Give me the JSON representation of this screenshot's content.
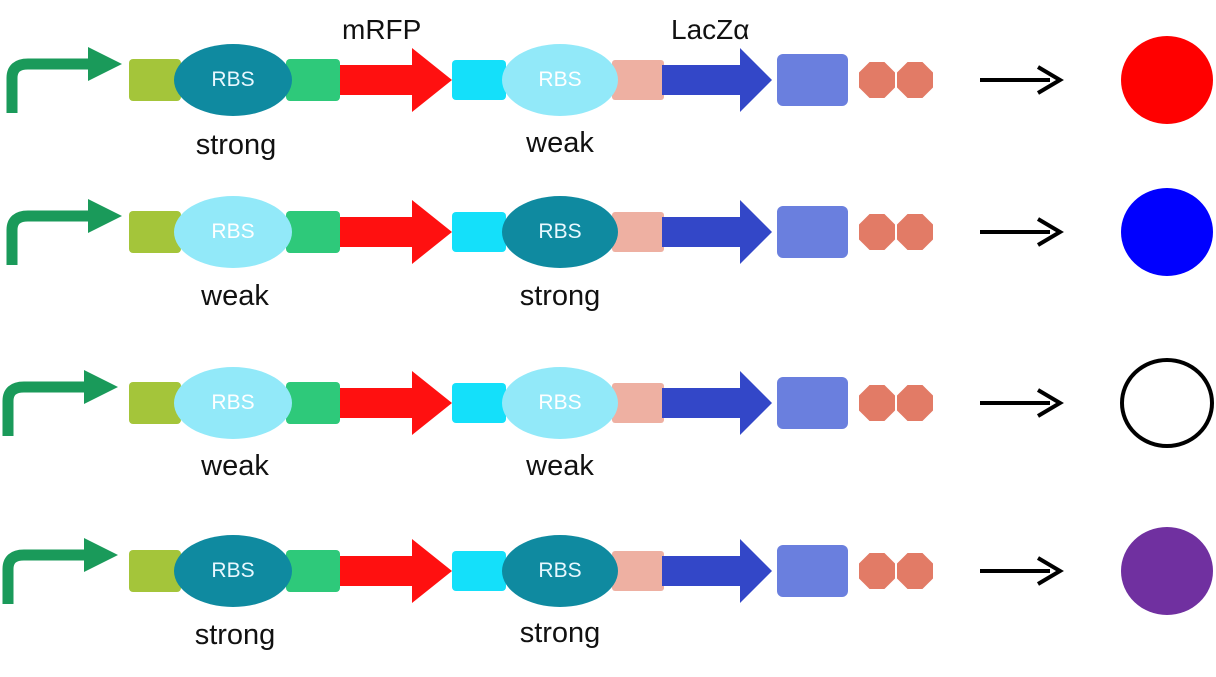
{
  "gene_labels": {
    "gene1": "mRFP",
    "gene2": "LacZα"
  },
  "rbs_text": "RBS",
  "colors": {
    "promoter": "#1a9a5a",
    "block_green_light": "#a4c53a",
    "block_green": "#2ec97a",
    "rbs_strong": "#0f8aa0",
    "rbs_weak": "#92e9f9",
    "rbs_strong_text": "#e8f8ff",
    "rbs_weak_text": "#ffffff",
    "mrfp_arrow": "#ff1010",
    "cyan_block": "#14e0fa",
    "pink_block": "#eeb0a2",
    "lacz_arrow": "#3347c8",
    "terminator_block": "#6a7fde",
    "terminator_octagon": "#e27b66",
    "arrow_black": "#000000"
  },
  "constructs": [
    {
      "rbs1": "strong",
      "rbs2": "weak",
      "result_color": "#ff0000",
      "result_filled": true
    },
    {
      "rbs1": "weak",
      "rbs2": "strong",
      "result_color": "#0000ff",
      "result_filled": true
    },
    {
      "rbs1": "weak",
      "rbs2": "weak",
      "result_color": "#ffffff",
      "result_filled": false
    },
    {
      "rbs1": "strong",
      "rbs2": "strong",
      "result_color": "#7030a0",
      "result_filled": true
    }
  ]
}
